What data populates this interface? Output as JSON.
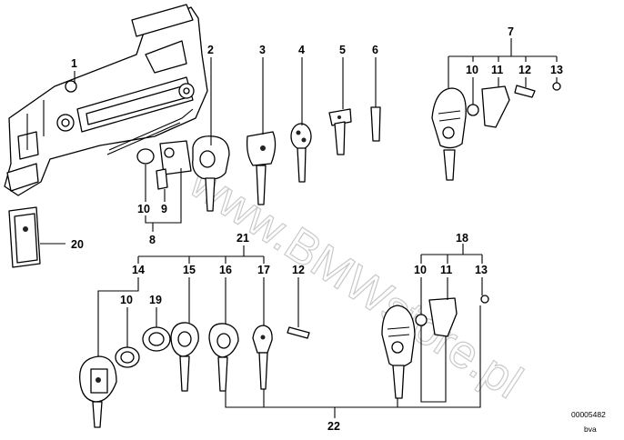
{
  "diagram": {
    "callouts": [
      "1",
      "2",
      "3",
      "4",
      "5",
      "6",
      "7",
      "10",
      "11",
      "12",
      "13",
      "10",
      "9",
      "8",
      "20",
      "21",
      "14",
      "15",
      "16",
      "17",
      "12",
      "18",
      "10",
      "11",
      "13",
      "10",
      "19",
      "22"
    ],
    "drawing_number": "00005482",
    "drawing_suffix": "bva",
    "watermark": "www.BMWstore.pl"
  }
}
